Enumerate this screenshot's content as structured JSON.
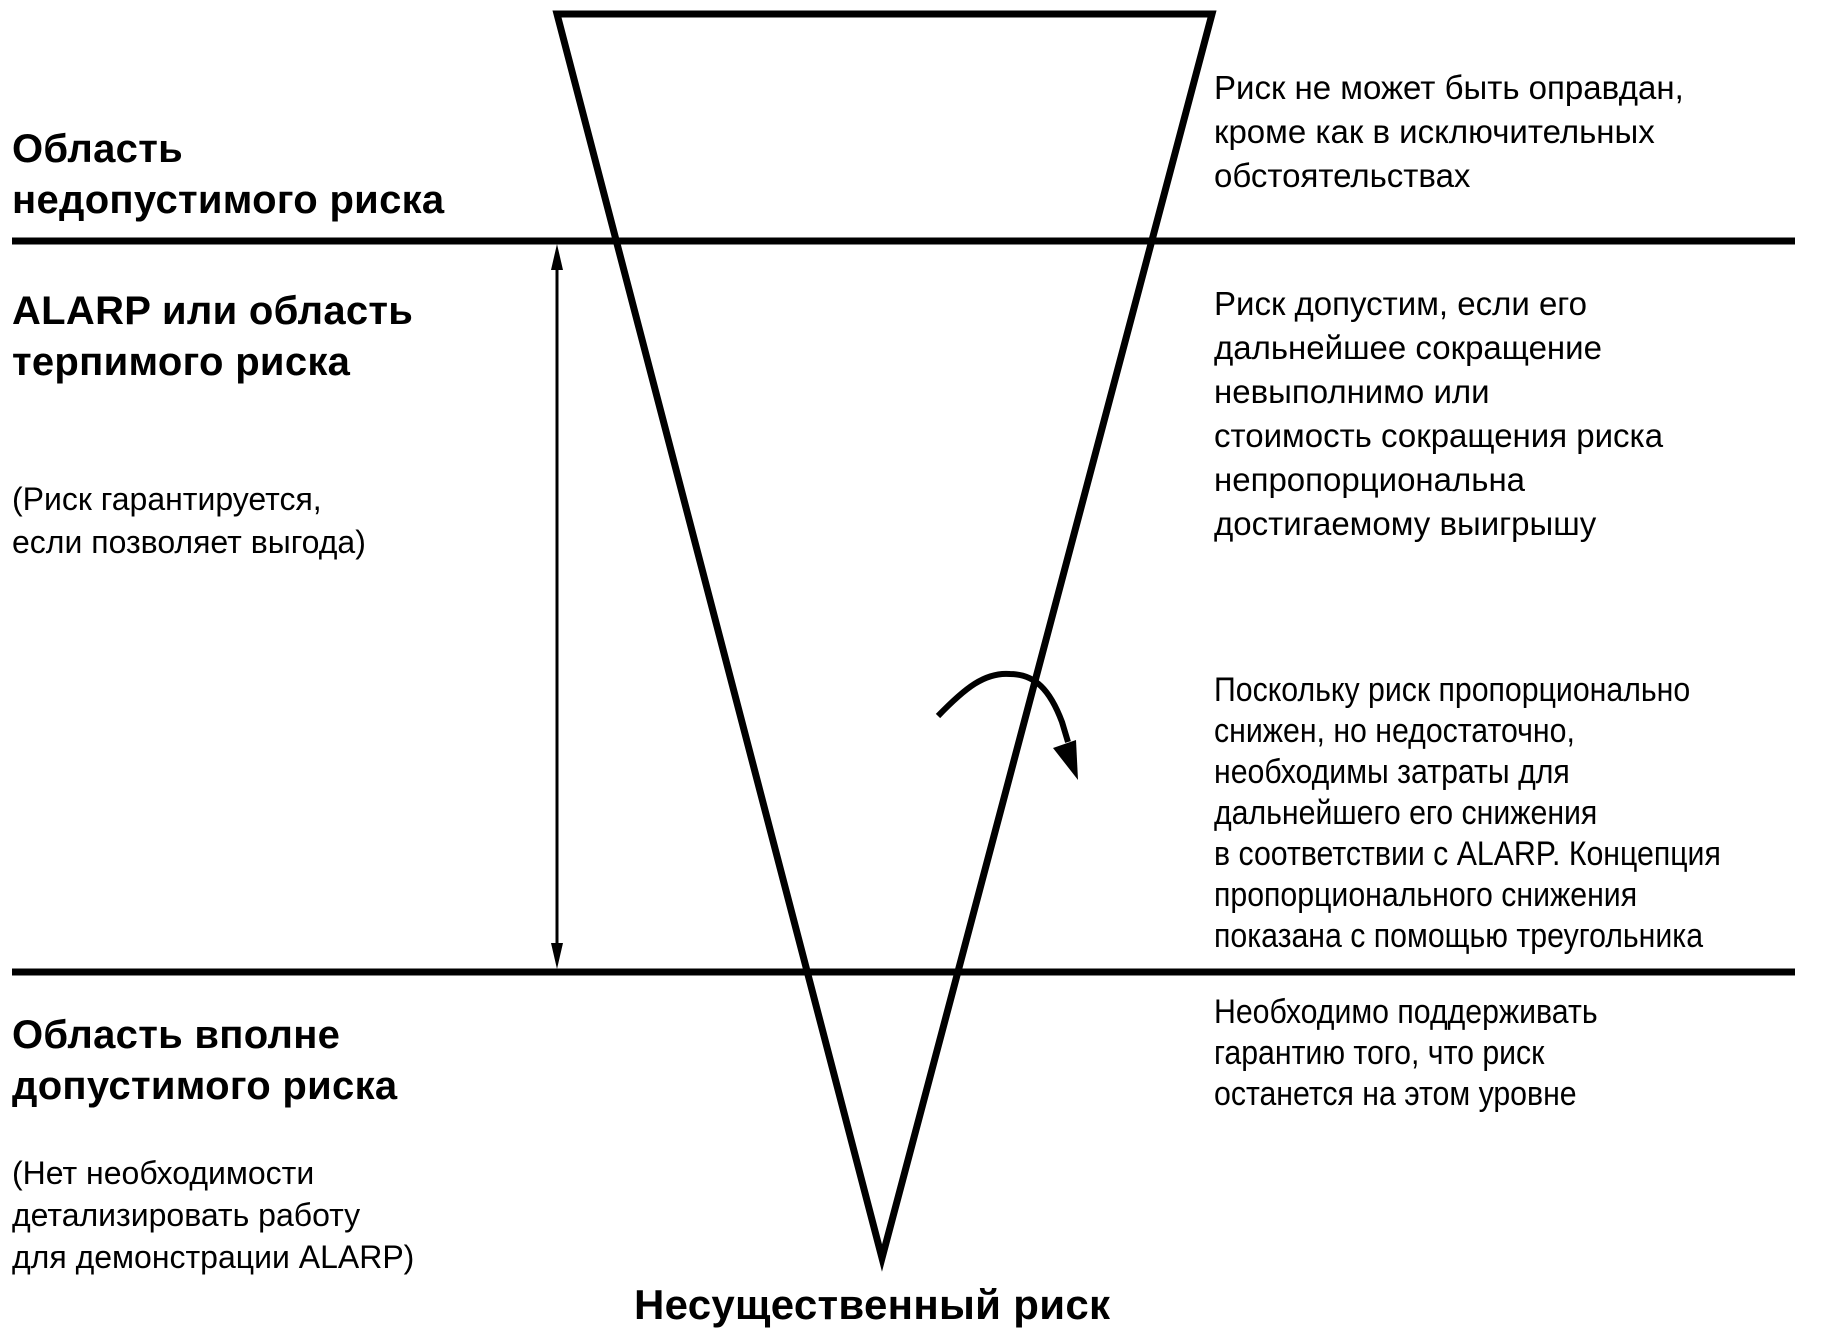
{
  "diagram": {
    "type": "ALARP inverted triangle",
    "colors": {
      "stroke": "#000000",
      "background": "#ffffff",
      "text": "#000000"
    },
    "left_labels": {
      "unacceptable": {
        "title": [
          "Область",
          "недопустимого риска"
        ]
      },
      "alarp": {
        "title": [
          "ALARP или область",
          "терпимого риска"
        ],
        "note": [
          "(Риск гарантируется,",
          "если позволяет выгода)"
        ]
      },
      "acceptable": {
        "title": [
          "Область вполне",
          "допустимого риска"
        ],
        "note": [
          "(Нет необходимости",
          "детализировать работу",
          "для демонстрации ALARP)"
        ]
      }
    },
    "right_descriptions": {
      "unacceptable": [
        "Риск не может быть оправдан,",
        "кроме как в исключительных",
        "обстоятельствах"
      ],
      "tolerable": [
        "Риск допустим, если его",
        "дальнейшее сокращение",
        "невыполнимо или",
        "стоимость сокращения риска",
        "непропорциональна",
        "достигаемому выигрышу"
      ],
      "proportional": [
        "Поскольку риск пропорционально",
        "снижен, но недостаточно,",
        "необходимы затраты для",
        "дальнейшего его снижения",
        "в соответствии с ALARP. Концепция",
        "пропорционального снижения",
        "показана с помощью треугольника"
      ],
      "acceptable": [
        "Необходимо поддерживать",
        "гарантию того, что риск",
        "останется на этом уровне"
      ]
    },
    "bottom_label": "Несущественный риск"
  }
}
